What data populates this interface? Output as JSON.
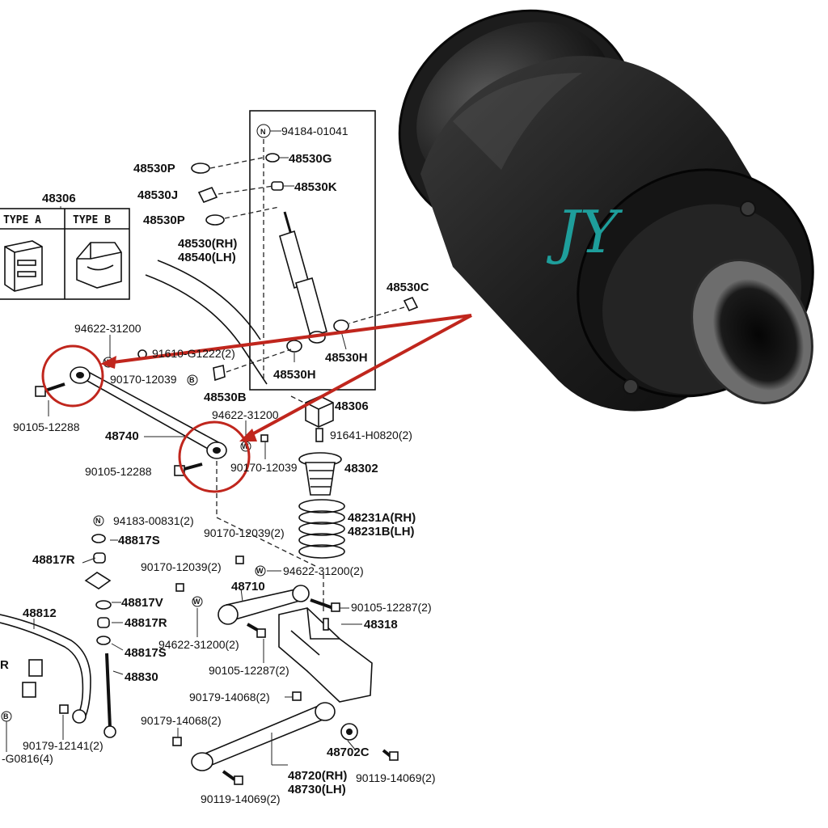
{
  "watermark": "JY",
  "type_box": {
    "group": "48306",
    "type_a": "TYPE A",
    "type_b": "TYPE B"
  },
  "parts": {
    "p94184": "94184-01041",
    "p48530G": "48530G",
    "p48530K": "48530K",
    "p48530P_1": "48530P",
    "p48530J": "48530J",
    "p48530P_2": "48530P",
    "p48530RH": "48530(RH)",
    "p48540LH": "48540(LH)",
    "p48530C": "48530C",
    "p48530H_1": "48530H",
    "p48530H_2": "48530H",
    "p48530B": "48530B",
    "p94622_a": "94622-31200",
    "p91610": "91610-G1222(2)",
    "p90170_a": "90170-12039",
    "p90105_a": "90105-12288",
    "p48740": "48740",
    "p94622_b": "94622-31200",
    "p48306": "48306",
    "p91641": "91641-H0820(2)",
    "p90170_b": "90170-12039",
    "p48302": "48302",
    "p90105_b": "90105-12288",
    "p94183": "94183-00831(2)",
    "p48817S_1": "48817S",
    "p48231A": "48231A(RH)",
    "p48231B": "48231B(LH)",
    "p90170_c": "90170-12039(2)",
    "p48817R_1": "48817R",
    "p90170_d": "90170-12039(2)",
    "p94622_c": "94622-31200(2)",
    "p48710": "48710",
    "p48817V": "48817V",
    "p90105_c": "90105-12287(2)",
    "p48812": "48812",
    "p48817R_2": "48817R",
    "p48318": "48318",
    "p48817S_2": "48817S",
    "p94622_d": "94622-31200(2)",
    "p48830": "48830",
    "p90105_d": "90105-12287(2)",
    "p90179_a": "90179-14068(2)",
    "p90179_b": "90179-14068(2)",
    "p90179_c": "90179-12141(2)",
    "p48702C": "48702C",
    "pG0816": "-G0816(4)",
    "p90119_a": "90119-14069(2)",
    "p48720RH": "48720(RH)",
    "p48730LH": "48730(LH)",
    "p90119_b": "90119-14069(2)",
    "pR": "R"
  },
  "symbols": {
    "n": "N",
    "w": "W",
    "b": "B"
  }
}
